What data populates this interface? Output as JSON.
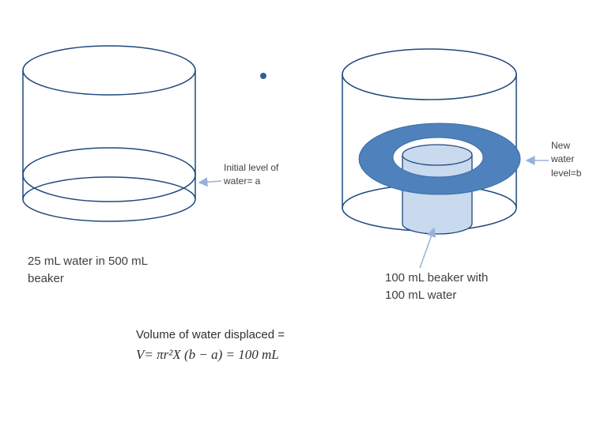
{
  "diagram": {
    "left_beaker": {
      "caption": "25 mL water in 500 mL\nbeaker",
      "level_label": "Initial level of\nwater= a"
    },
    "right_beaker": {
      "caption": "100 mL beaker with\n100 mL water",
      "level_label": "New\nwater\nlevel=b"
    },
    "formula": {
      "line1": "Volume of water displaced  =",
      "line2": "V= πr²X (b − a) = 100 mL"
    }
  },
  "colors": {
    "outline": "#1F497D",
    "ring_fill": "#4F81BD",
    "ring_stroke": "#3A6EA5",
    "inner_cylinder_fill": "#C9D9EE",
    "arrow": "#95B3D7",
    "dot": "#365F91",
    "text": "#404040"
  }
}
